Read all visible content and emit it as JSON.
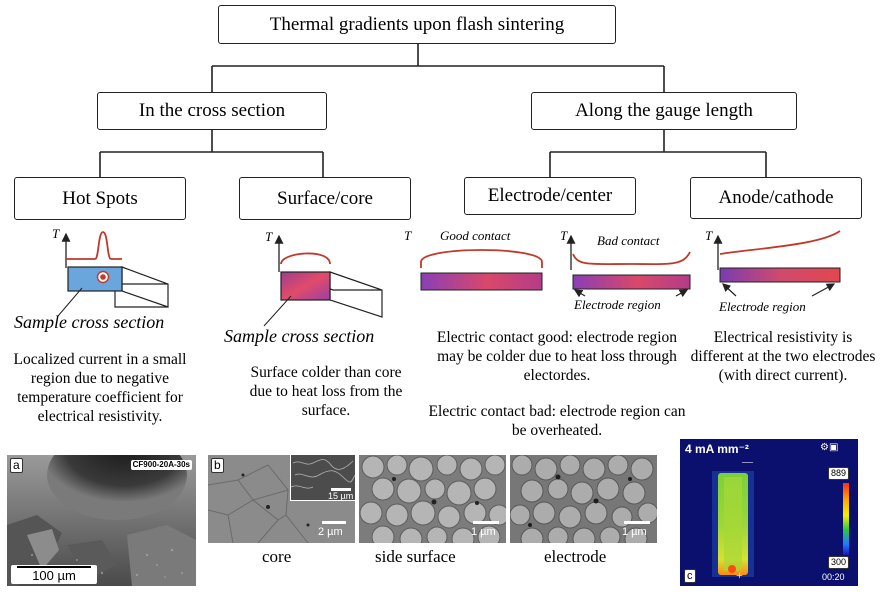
{
  "tree": {
    "root": "Thermal gradients upon flash sintering",
    "branch_left": "In the cross section",
    "branch_right": "Along the gauge length",
    "leaf_hot_spots": "Hot Spots",
    "leaf_surface_core": "Surface/core",
    "leaf_electrode_center": "Electrode/center",
    "leaf_anode_cathode": "Anode/cathode"
  },
  "sketches": {
    "axis_T": "T",
    "sample_cross_section": "Sample cross section",
    "good_contact": "Good contact",
    "bad_contact": "Bad contact",
    "electrode_region": "Electrode region"
  },
  "descriptions": {
    "hot_spots": "Localized current in a small region due to negative temperature coefficient for electrical resistivity.",
    "surface_core": "Surface colder than core due to heat loss from the surface.",
    "contact_good": "Electric contact good: electrode region may be colder due to heat loss through electordes.",
    "contact_bad": "Electric contact bad: electrode region can be overheated.",
    "anode_cathode": "Electrical resistivity is different at the two electrodes (with direct current)."
  },
  "panels": {
    "a": {
      "letter": "a",
      "stamp": "CF900-20A-30s",
      "scale": "100 µm"
    },
    "b": {
      "letter": "b",
      "inset_scale": "15 µm",
      "core_scale": "2 µm",
      "side_scale": "1 µm",
      "electrode_scale": "1 µm",
      "label_core": "core",
      "label_side": "side surface",
      "label_electrode": "electrode"
    },
    "c": {
      "letter": "c",
      "current_density": "4 mA mm⁻²",
      "scale_max": "889",
      "scale_min": "300",
      "time": "00:20"
    }
  },
  "colors": {
    "hot_spot_blue": "#6aa5dc",
    "heat_red": "#c0392b",
    "gradient_start": "#7e3fb2",
    "gradient_end": "#e0455a",
    "thermal_bg": "#0b0f6e"
  }
}
